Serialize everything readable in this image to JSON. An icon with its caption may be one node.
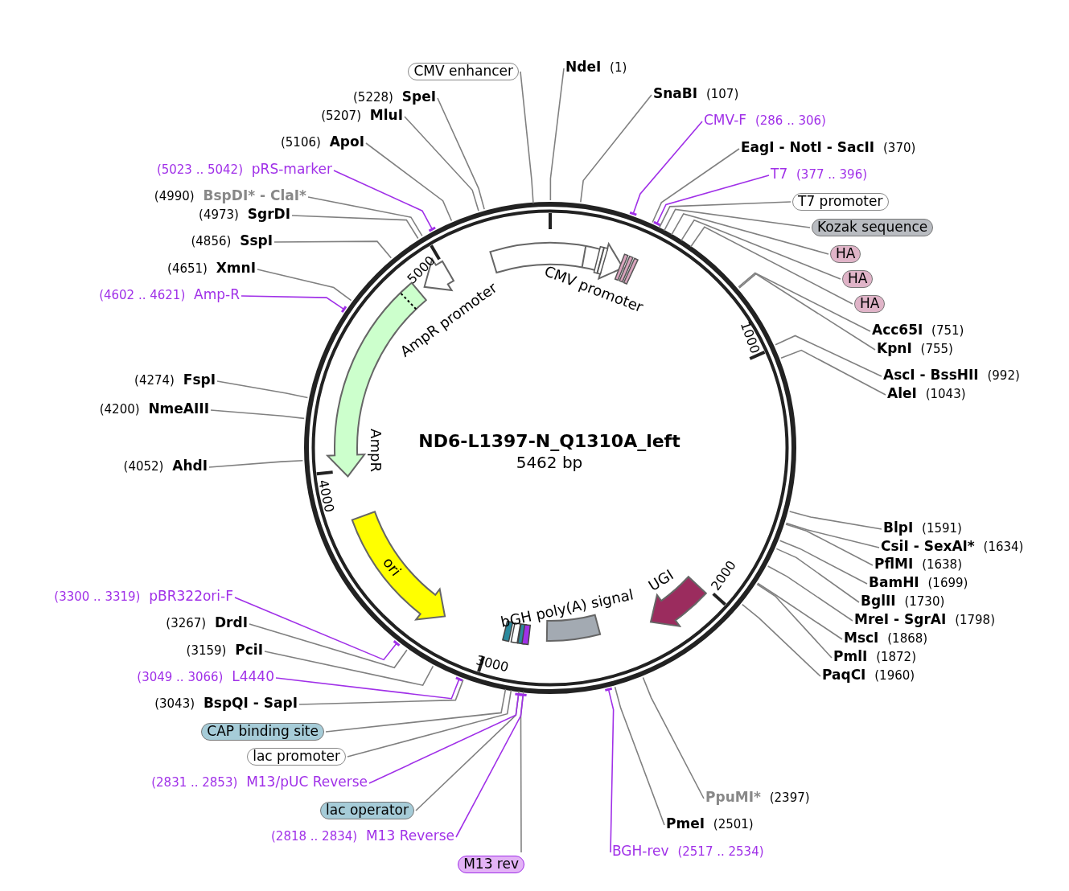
{
  "diagram": {
    "title": "ND6-L1397-N_Q1310A_left",
    "nodes": [
      {
        "text": [
          "CMV enhancer"
        ]
      },
      {
        "text": [
          "NdeI",
          "(1)"
        ]
      },
      {
        "text": [
          "SnaBI",
          "(107)"
        ]
      },
      {
        "text": [
          "CMV-F",
          "(286 .. 306)"
        ]
      },
      {
        "text": [
          "EagI - NotI - SacII",
          "(370)"
        ]
      },
      {
        "text": [
          "T7",
          "(377 .. 396)"
        ]
      },
      {
        "text": [
          "T7 promoter"
        ]
      },
      {
        "text": [
          "Kozak sequence"
        ]
      },
      {
        "text": [
          "HA"
        ]
      },
      {
        "text": [
          "HA"
        ]
      },
      {
        "text": [
          "HA"
        ]
      },
      {
        "text": [
          "Acc65I",
          "(751)"
        ]
      },
      {
        "text": [
          "KpnI",
          "(755)"
        ]
      },
      {
        "text": [
          "AscI - BssHII",
          "(992)"
        ]
      },
      {
        "text": [
          "AleI",
          "(1043)"
        ]
      },
      {
        "text": [
          "BlpI",
          "(1591)"
        ]
      },
      {
        "text": [
          "CsiI - SexAI*",
          "(1634)"
        ]
      },
      {
        "text": [
          "PflMI",
          "(1638)"
        ]
      },
      {
        "text": [
          "BamHI",
          "(1699)"
        ]
      },
      {
        "text": [
          "BglII",
          "(1730)"
        ]
      },
      {
        "text": [
          "MreI - SgrAI",
          "(1798)"
        ]
      },
      {
        "text": [
          "MscI",
          "(1868)"
        ]
      },
      {
        "text": [
          "PmlI",
          "(1872)"
        ]
      },
      {
        "text": [
          "PaqCI",
          "(1960)"
        ]
      },
      {
        "text": [
          "PpuMI*",
          "(2397)"
        ]
      },
      {
        "text": [
          "PmeI",
          "(2501)"
        ]
      },
      {
        "text": [
          "BGH-rev",
          "(2517 .. 2534)"
        ]
      },
      {
        "text": [
          "M13 rev"
        ]
      },
      {
        "text": [
          "(2818 .. 2834)",
          "M13 Reverse"
        ]
      },
      {
        "text": [
          "lac operator"
        ]
      },
      {
        "text": [
          "(2831 .. 2853)",
          "M13/pUC Reverse"
        ]
      },
      {
        "text": [
          "lac promoter"
        ]
      },
      {
        "text": [
          "CAP binding site"
        ]
      },
      {
        "text": [
          "(3043)",
          "BspQI - SapI"
        ]
      },
      {
        "text": [
          "(3049 .. 3066)",
          "L4440"
        ]
      },
      {
        "text": [
          "(3159)",
          "PciI"
        ]
      },
      {
        "text": [
          "(3267)",
          "DrdI"
        ]
      },
      {
        "text": [
          "(3300 .. 3319)",
          "pBR322ori-F"
        ]
      },
      {
        "text": [
          "(4052)",
          "AhdI"
        ]
      },
      {
        "text": [
          "(4200)",
          "NmeAIII"
        ]
      },
      {
        "text": [
          "(4274)",
          "FspI"
        ]
      },
      {
        "text": [
          "(4602 .. 4621)",
          "Amp-R"
        ]
      },
      {
        "text": [
          "(4651)",
          "XmnI"
        ]
      },
      {
        "text": [
          "(4856)",
          "SspI"
        ]
      },
      {
        "text": [
          "(4973)",
          "SgrDI"
        ]
      },
      {
        "text": [
          "(4990)",
          "BspDI* - ClaI*"
        ]
      },
      {
        "text": [
          "(5023 .. 5042)",
          "pRS-marker"
        ]
      },
      {
        "text": [
          "(5106)",
          "ApoI"
        ]
      },
      {
        "text": [
          "(5207)",
          "MluI"
        ]
      },
      {
        "text": [
          "(5228)",
          "SpeI"
        ]
      },
      {
        "text": [
          "CMV promoter"
        ]
      },
      {
        "text": [
          "AmpR promoter"
        ]
      },
      {
        "text": [
          "AmpR"
        ]
      },
      {
        "text": [
          "ori"
        ]
      },
      {
        "text": [
          "bGH poly(A) signal"
        ]
      },
      {
        "text": [
          "UGI"
        ]
      }
    ],
    "edges": [
      {
        "from": 0,
        "to": null,
        "arrow": "none"
      },
      {
        "from": 1,
        "to": null,
        "arrow": "none"
      },
      {
        "from": 2,
        "to": null,
        "arrow": "none"
      },
      {
        "from": 3,
        "to": null,
        "arrow": "none",
        "color": "#a030e8"
      },
      {
        "from": 4,
        "to": null,
        "arrow": "none"
      },
      {
        "from": 5,
        "to": null,
        "arrow": "none",
        "color": "#a030e8"
      },
      {
        "from": 6,
        "to": null,
        "arrow": "none"
      },
      {
        "from": 7,
        "to": null,
        "arrow": "none"
      },
      {
        "from": 8,
        "to": null,
        "arrow": "none"
      },
      {
        "from": 9,
        "to": null,
        "arrow": "none"
      },
      {
        "from": 10,
        "to": null,
        "arrow": "none"
      },
      {
        "from": 11,
        "to": null,
        "arrow": "none"
      },
      {
        "from": 12,
        "to": null,
        "arrow": "none"
      },
      {
        "from": 13,
        "to": null,
        "arrow": "none"
      },
      {
        "from": 14,
        "to": null,
        "arrow": "none"
      },
      {
        "from": 15,
        "to": null,
        "arrow": "none"
      },
      {
        "from": 16,
        "to": null,
        "arrow": "none"
      },
      {
        "from": 17,
        "to": null,
        "arrow": "none"
      },
      {
        "from": 18,
        "to": null,
        "arrow": "none"
      },
      {
        "from": 19,
        "to": null,
        "arrow": "none"
      },
      {
        "from": 20,
        "to": null,
        "arrow": "none"
      },
      {
        "from": 21,
        "to": null,
        "arrow": "none"
      },
      {
        "from": 22,
        "to": null,
        "arrow": "none"
      },
      {
        "from": 23,
        "to": null,
        "arrow": "none"
      },
      {
        "from": 24,
        "to": null,
        "arrow": "none"
      },
      {
        "from": 25,
        "to": null,
        "arrow": "none"
      },
      {
        "from": 26,
        "to": null,
        "arrow": "none",
        "color": "#a030e8"
      },
      {
        "from": 27,
        "to": null,
        "arrow": "none"
      },
      {
        "from": 28,
        "to": null,
        "arrow": "none",
        "color": "#a030e8"
      },
      {
        "from": 29,
        "to": null,
        "arrow": "none"
      },
      {
        "from": 30,
        "to": null,
        "arrow": "none",
        "color": "#a030e8"
      },
      {
        "from": 31,
        "to": null,
        "arrow": "none"
      },
      {
        "from": 32,
        "to": null,
        "arrow": "none"
      },
      {
        "from": 33,
        "to": null,
        "arrow": "none"
      },
      {
        "from": 34,
        "to": null,
        "arrow": "none",
        "color": "#a030e8"
      },
      {
        "from": 35,
        "to": null,
        "arrow": "none"
      },
      {
        "from": 36,
        "to": null,
        "arrow": "none"
      },
      {
        "from": 37,
        "to": null,
        "arrow": "none",
        "color": "#a030e8"
      },
      {
        "from": 38,
        "to": null,
        "arrow": "none"
      },
      {
        "from": 39,
        "to": null,
        "arrow": "none"
      },
      {
        "from": 40,
        "to": null,
        "arrow": "none"
      },
      {
        "from": 41,
        "to": null,
        "arrow": "none",
        "color": "#a030e8"
      },
      {
        "from": 42,
        "to": null,
        "arrow": "none"
      },
      {
        "from": 43,
        "to": null,
        "arrow": "none"
      },
      {
        "from": 44,
        "to": null,
        "arrow": "none"
      },
      {
        "from": 45,
        "to": null,
        "arrow": "none"
      },
      {
        "from": 46,
        "to": null,
        "arrow": "none",
        "color": "#a030e8"
      },
      {
        "from": 47,
        "to": null,
        "arrow": "none"
      },
      {
        "from": 48,
        "to": null,
        "arrow": "none"
      },
      {
        "from": 49,
        "to": null,
        "arrow": "none"
      }
    ],
    "labels": [
      "5462 bp",
      "1000",
      "2000",
      "3000",
      "4000",
      "5000"
    ]
  }
}
